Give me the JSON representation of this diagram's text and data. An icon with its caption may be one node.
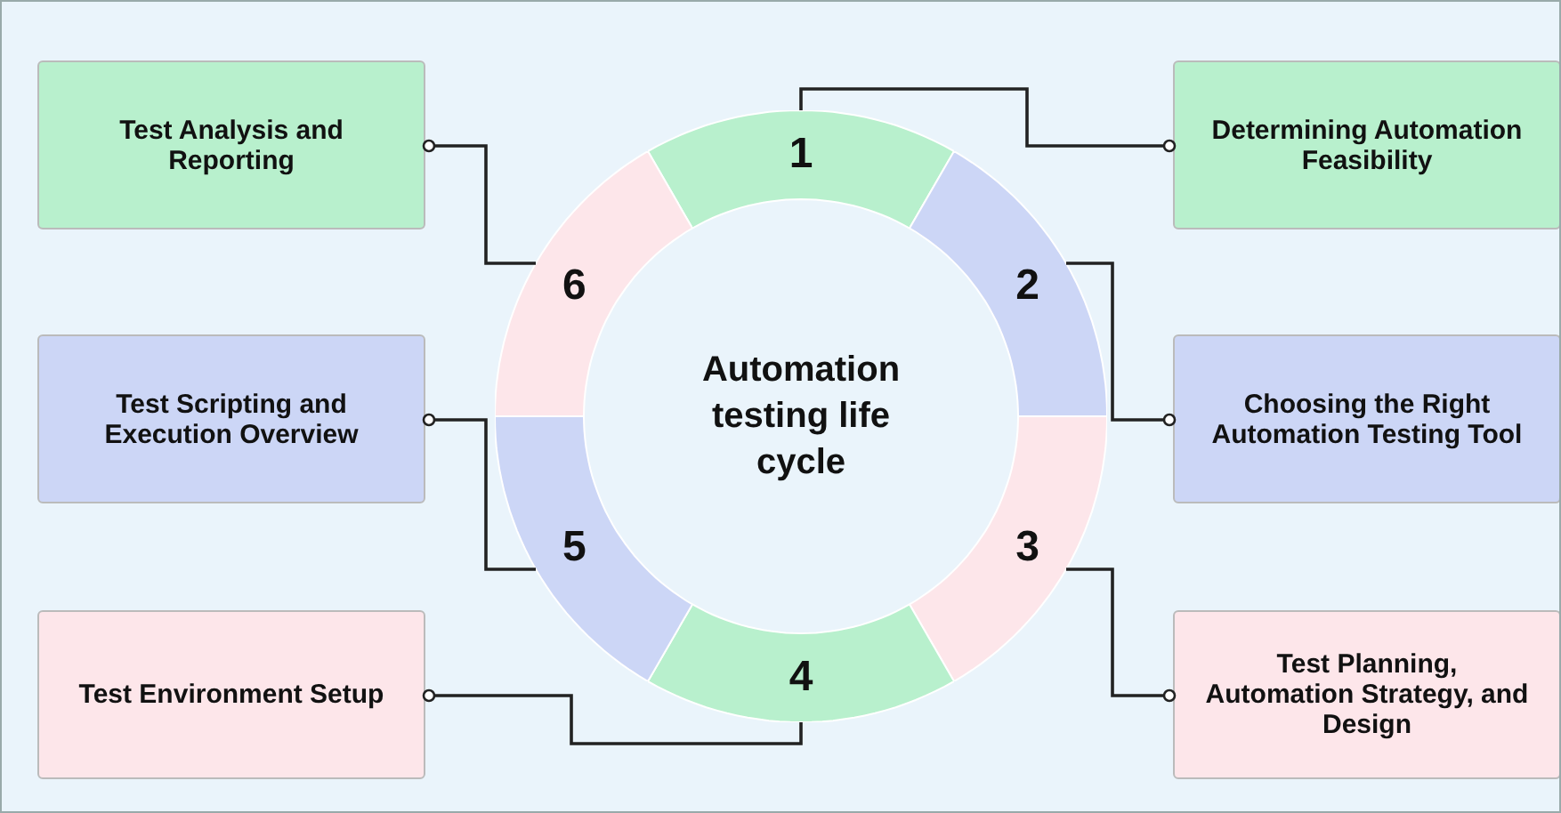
{
  "diagram": {
    "nodes": [
      {
        "text": [
          "Automation testing life cycle"
        ]
      },
      {
        "text": [
          "1"
        ]
      },
      {
        "text": [
          "2"
        ]
      },
      {
        "text": [
          "3"
        ]
      },
      {
        "text": [
          "4"
        ]
      },
      {
        "text": [
          "5"
        ]
      },
      {
        "text": [
          "6"
        ]
      },
      {
        "text": [
          "Determining Automation Feasibility"
        ]
      },
      {
        "text": [
          "Choosing the Right Automation Testing Tool"
        ]
      },
      {
        "text": [
          "Test Planning, Automation Strategy, and Design"
        ]
      },
      {
        "text": [
          "Test Environment Setup"
        ]
      },
      {
        "text": [
          "Test Scripting and Execution Overview"
        ]
      },
      {
        "text": [
          "Test Analysis and Reporting"
        ]
      }
    ],
    "edges": [
      {
        "from": 1,
        "to": 7,
        "arrow": "other"
      },
      {
        "from": 2,
        "to": 8,
        "arrow": "other"
      },
      {
        "from": 3,
        "to": 9,
        "arrow": "other"
      },
      {
        "from": 4,
        "to": 10,
        "arrow": "other"
      },
      {
        "from": 5,
        "to": 11,
        "arrow": "other"
      },
      {
        "from": 6,
        "to": 12,
        "arrow": "other"
      }
    ]
  }
}
